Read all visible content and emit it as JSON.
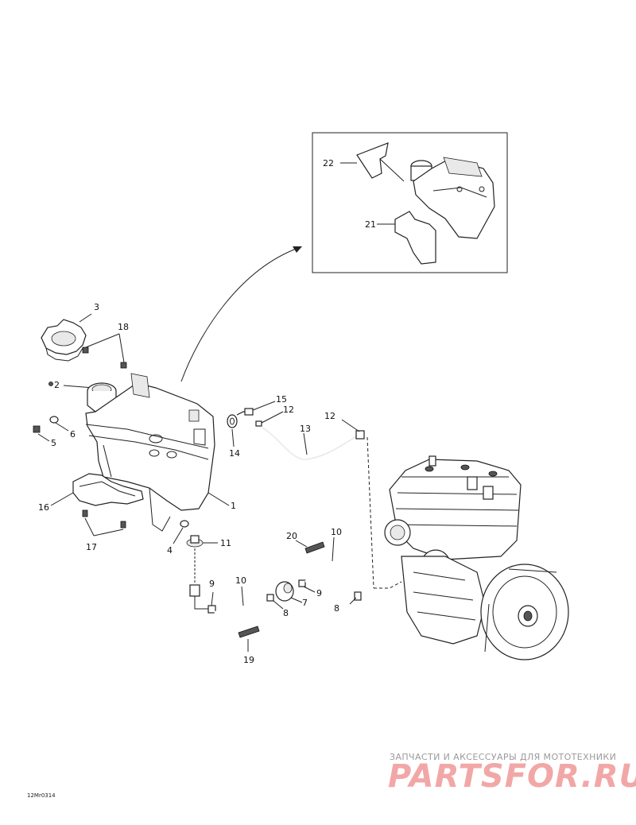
{
  "callouts": {
    "c1": "1",
    "c2": "2",
    "c3": "3",
    "c4": "4",
    "c5": "5",
    "c6": "6",
    "c7": "7",
    "c8a": "8",
    "c8b": "8",
    "c9a": "9",
    "c9b": "9",
    "c10a": "10",
    "c10b": "10",
    "c11": "11",
    "c12a": "12",
    "c12b": "12",
    "c13": "13",
    "c14": "14",
    "c15": "15",
    "c16": "16",
    "c17": "17",
    "c18": "18",
    "c19": "19",
    "c20": "20",
    "c21": "21",
    "c22": "22"
  },
  "figure_code": "12Mr0314",
  "watermark": {
    "tagline": "ЗАПЧАСТИ И АКСЕССУАРЫ ДЛЯ МОТОТЕХНИКИ",
    "brand": "PARTSFOR.RU",
    "color": "#f2a7a7"
  }
}
